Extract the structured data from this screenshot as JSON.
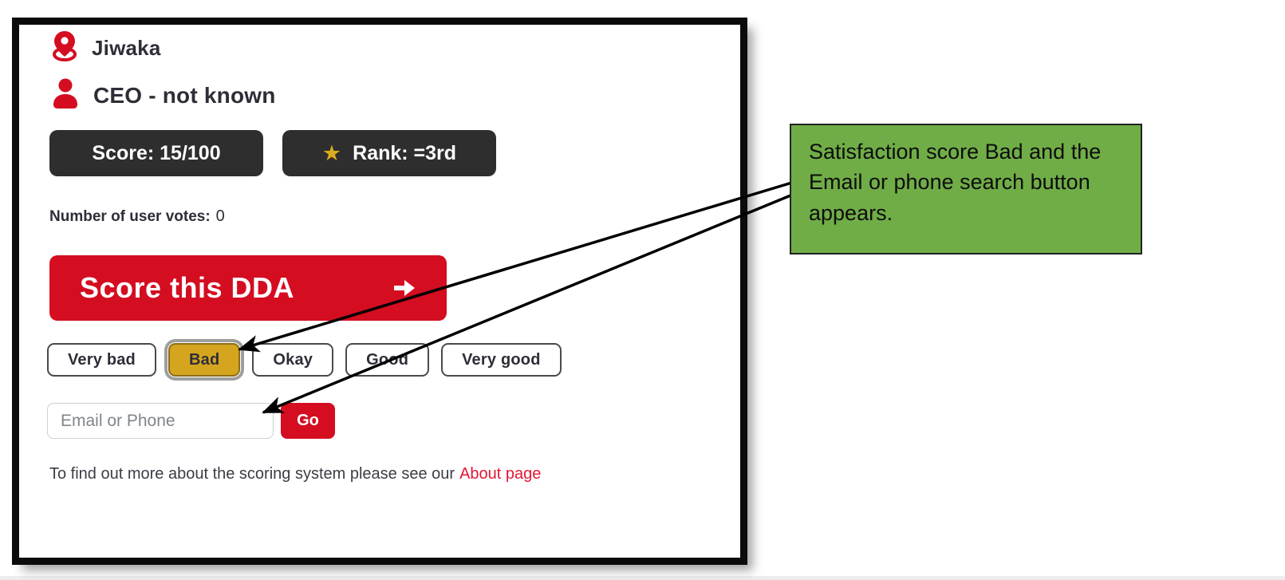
{
  "card": {
    "location": {
      "label": "Jiwaka"
    },
    "ceo": {
      "label": "CEO - not known"
    },
    "score_badge": {
      "label": "Score: 15/100"
    },
    "rank_badge": {
      "label": "Rank: =3rd"
    },
    "votes": {
      "label": "Number of user votes:",
      "value": "0"
    },
    "score_button": {
      "label": "Score this DDA"
    },
    "rating_options": [
      {
        "label": "Very bad",
        "selected": false
      },
      {
        "label": "Bad",
        "selected": true
      },
      {
        "label": "Okay",
        "selected": false
      },
      {
        "label": "Good",
        "selected": false
      },
      {
        "label": "Very good",
        "selected": false
      }
    ],
    "search": {
      "placeholder": "Email or Phone",
      "value": "",
      "go_label": "Go"
    },
    "footer": {
      "text": "To find out more about the scoring system please see our",
      "link_label": "About page"
    }
  },
  "annotation": {
    "text": "Satisfaction score Bad and the Email or phone search button appears."
  },
  "colors": {
    "accent_red": "#d40d21",
    "badge_dark": "#2e2e2e",
    "selected_gold": "#d6a51f",
    "star_gold": "#dcab20",
    "annotation_green": "#70ad47",
    "link_red": "#e21836",
    "text_charcoal": "#2e2e38"
  }
}
